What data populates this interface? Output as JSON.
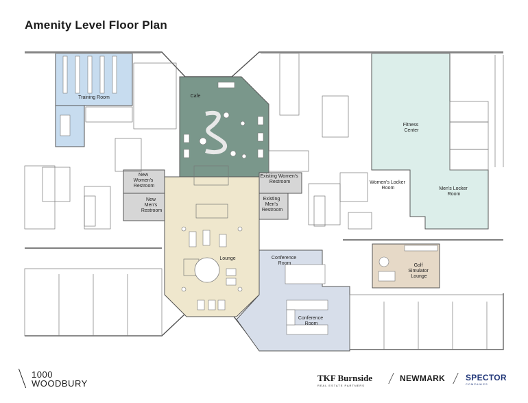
{
  "title": "Amenity Level Floor Plan",
  "rooms": {
    "training": "Training Room",
    "cafe": "Cafe",
    "new_womens": [
      "New",
      "Women's",
      "Restroom"
    ],
    "new_mens": [
      "New",
      "Men's",
      "Restroom"
    ],
    "existing_womens": [
      "Existing Women's",
      "Restroom"
    ],
    "existing_mens": [
      "Existing",
      "Men's",
      "Restroom"
    ],
    "lounge": "Lounge",
    "conference_1": [
      "Conference",
      "Room"
    ],
    "conference_2": [
      "Conference",
      "Room"
    ],
    "fitness": [
      "Fitness",
      "Center"
    ],
    "womens_locker": [
      "Women's Locker",
      "Room"
    ],
    "mens_locker": [
      "Men's Locker",
      "Room"
    ],
    "golf": [
      "Golf",
      "Simulator",
      "Lounge"
    ]
  },
  "colors": {
    "training": "#c7dcef",
    "cafe": "#7a978b",
    "restroom": "#d6d6d6",
    "lounge": "#efe7cd",
    "conference": "#d7deea",
    "fitness": "#dceeea",
    "golf": "#e6d9c7",
    "wall": "#555555"
  },
  "footer": {
    "logo_1000_line1": "1000",
    "logo_1000_line2": "WOODBURY",
    "tkf_main": "TKF Burnside",
    "tkf_sub": "REAL ESTATE PARTNERS",
    "newmark": "NEWMARK",
    "spector_main": "SPECTOR",
    "spector_sub": "COMPANIES"
  }
}
